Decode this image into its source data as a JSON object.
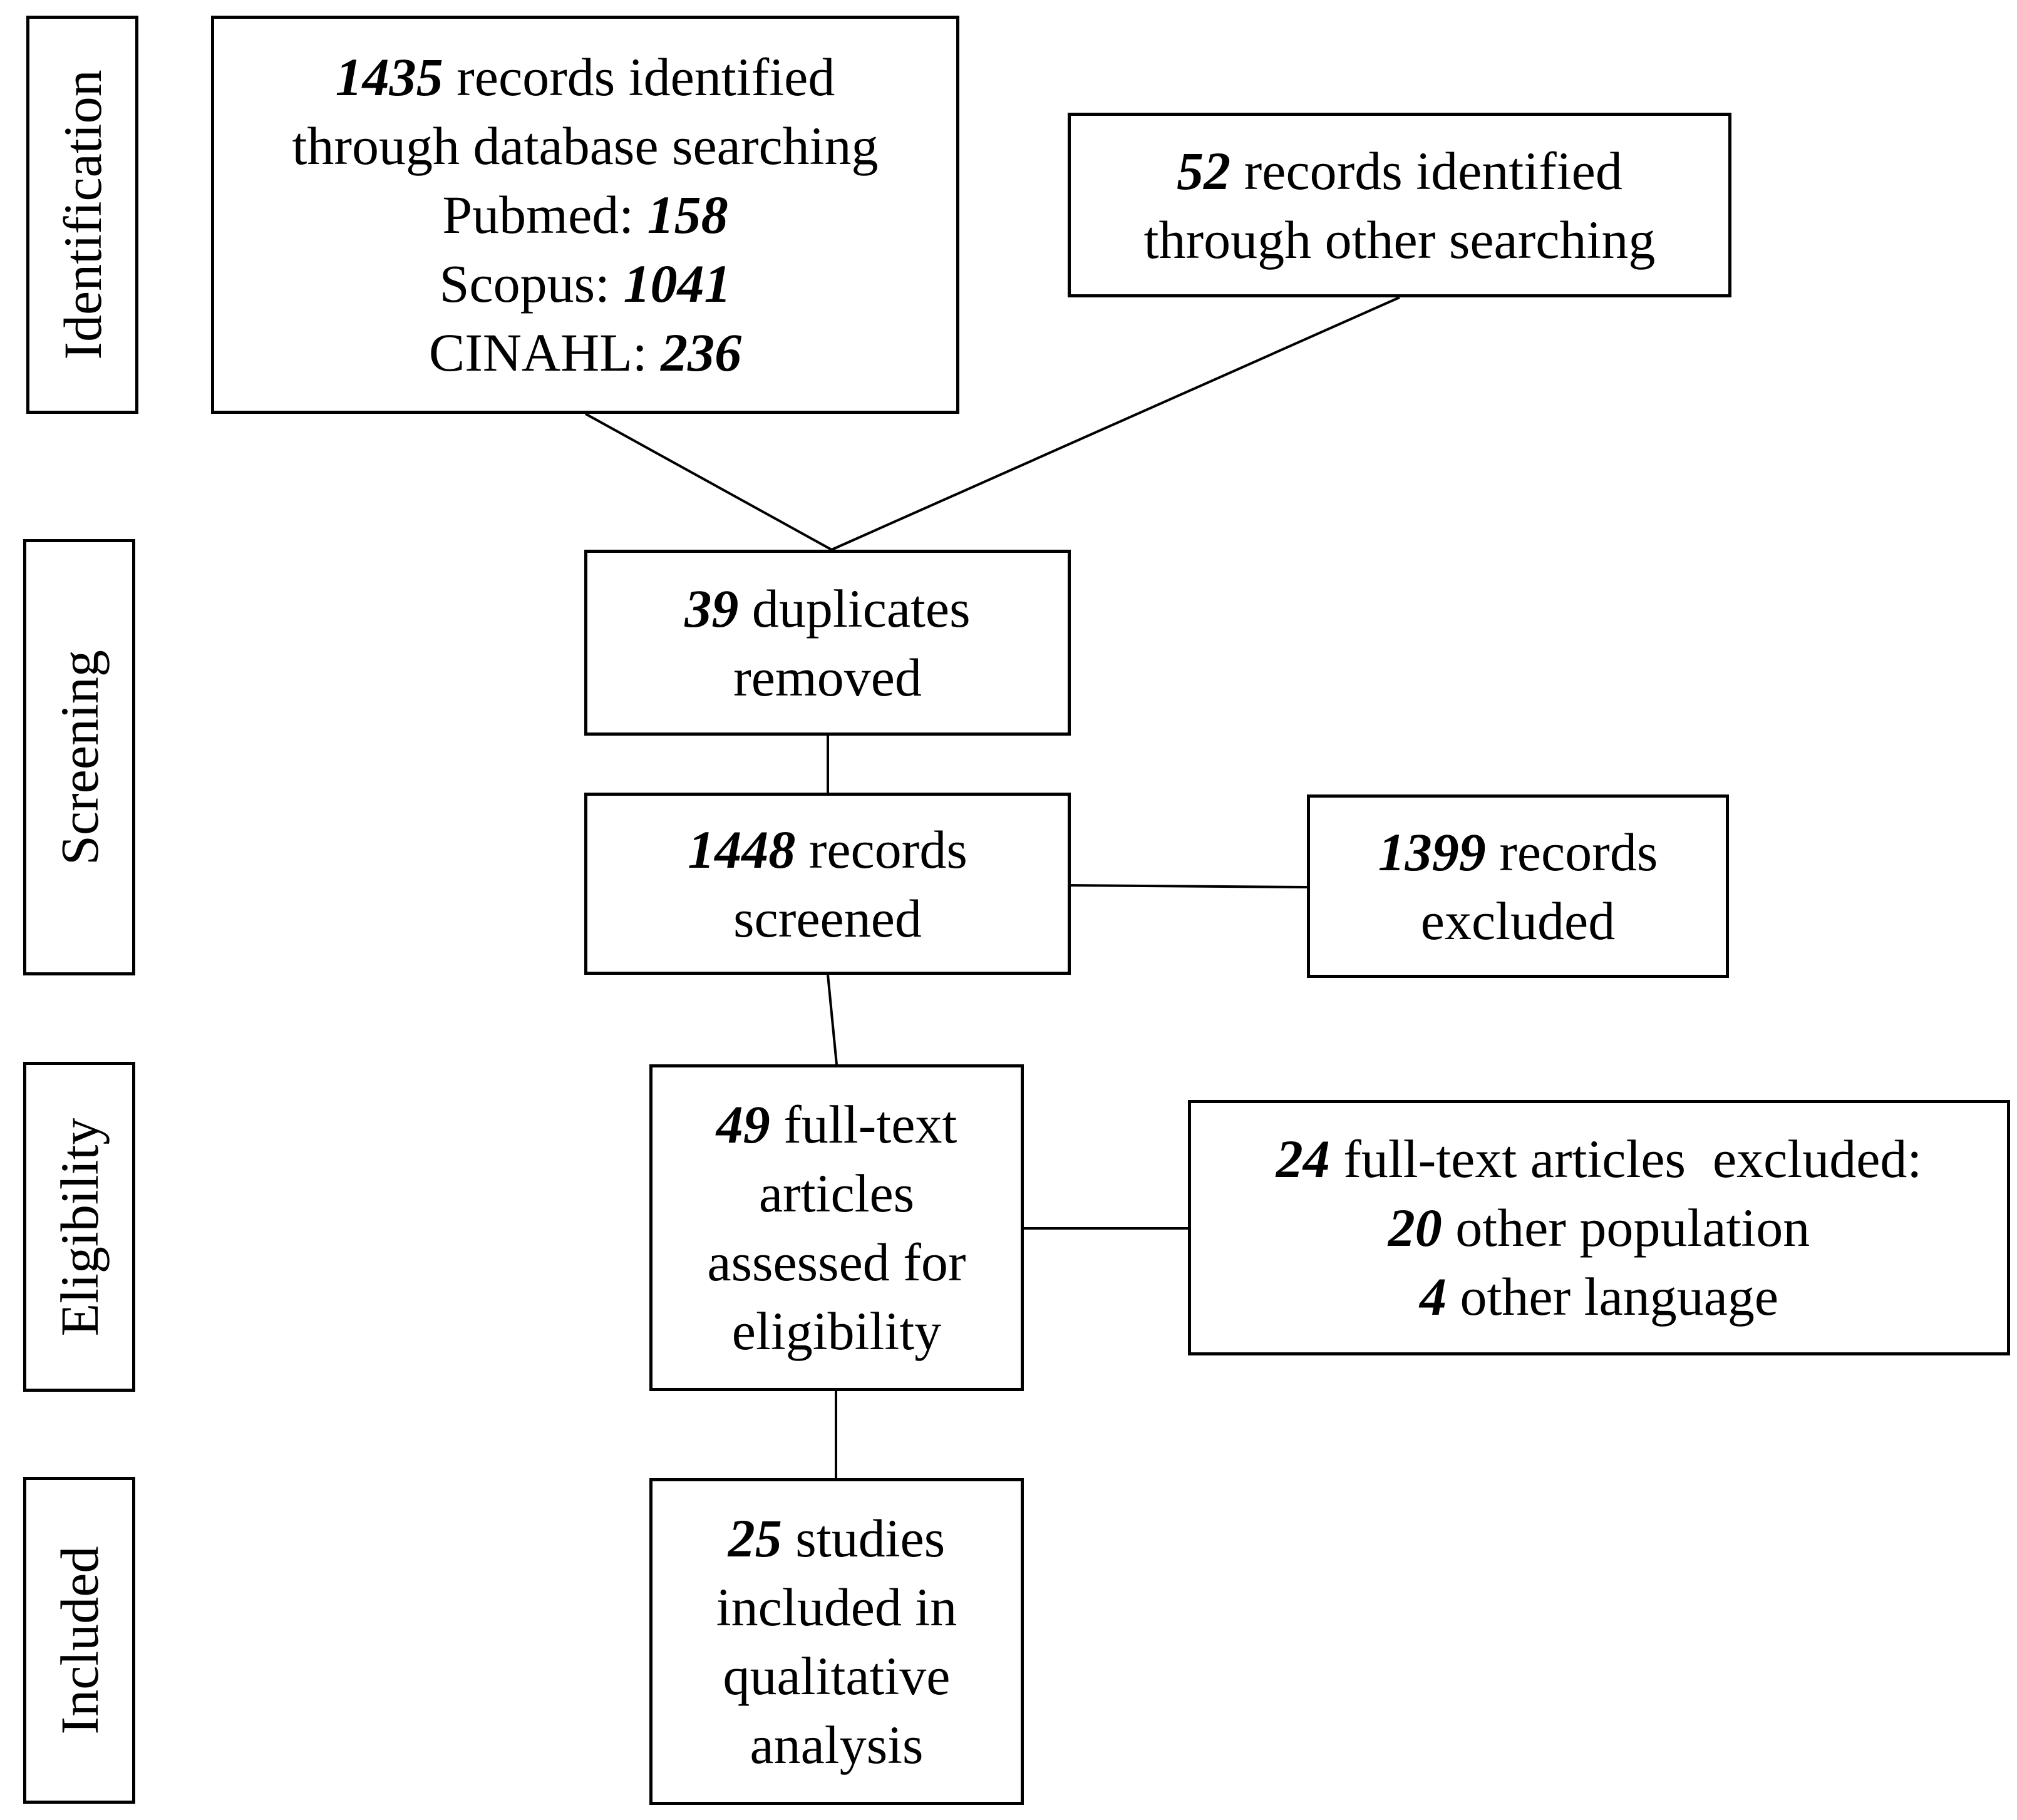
{
  "stages": [
    {
      "id": "identification",
      "label": "Identification"
    },
    {
      "id": "screening",
      "label": "Screening"
    },
    {
      "id": "eligibility",
      "label": "Eligibility"
    },
    {
      "id": "included",
      "label": "Included"
    }
  ],
  "boxes": {
    "database_search": {
      "count": "1435",
      "text1": "records identified",
      "text2": "through database searching",
      "pubmed_label": "Pubmed:",
      "pubmed_value": "158",
      "scopus_label": "Scopus:",
      "scopus_value": "1041",
      "cinahl_label": "CINAHL:",
      "cinahl_value": "236"
    },
    "other_search": {
      "count": "52",
      "text1": "records identified",
      "text2": "through other searching"
    },
    "duplicates": {
      "count": "39",
      "text1": "duplicates",
      "text2": "removed"
    },
    "screened": {
      "count": "1448",
      "text1": "records",
      "text2": "screened"
    },
    "excluded": {
      "count": "1399",
      "text1": "records",
      "text2": "excluded"
    },
    "fulltext": {
      "count": "49",
      "text1": "full-text",
      "text2": "articles",
      "text3": "assessed for",
      "text4": "eligibility"
    },
    "fulltext_excluded": {
      "count": "24",
      "text1": "full-text articles  excluded:",
      "pop_count": "20",
      "pop_text": "other population",
      "lang_count": "4",
      "lang_text": "other language"
    },
    "included": {
      "count": "25",
      "text1": "studies",
      "text2": "included in",
      "text3": "qualitative",
      "text4": "analysis"
    }
  }
}
